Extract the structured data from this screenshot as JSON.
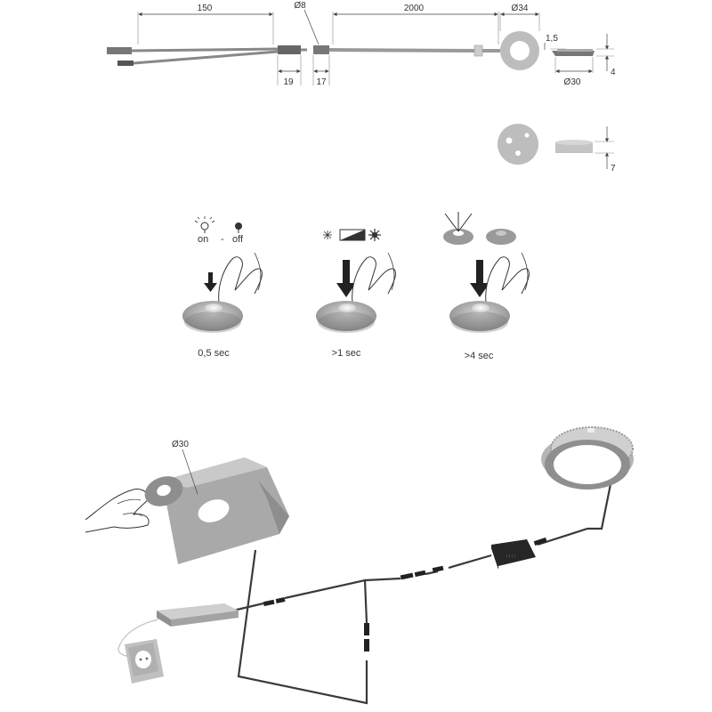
{
  "dimensions": {
    "cable_150": "150",
    "dia_8": "Ø8",
    "cable_2000": "2000",
    "dia_34": "Ø34",
    "thick_1_5": "1,5",
    "len_19": "19",
    "len_17": "17",
    "dia_30_side": "Ø30",
    "height_4": "4",
    "height_7": "7",
    "dia_30_install": "Ø30"
  },
  "steps": [
    {
      "top_on": "on",
      "top_sep": "-",
      "top_off": "off",
      "time": "0,5 sec"
    },
    {
      "time": ">1 sec"
    },
    {
      "time": ">4 sec"
    }
  ]
}
